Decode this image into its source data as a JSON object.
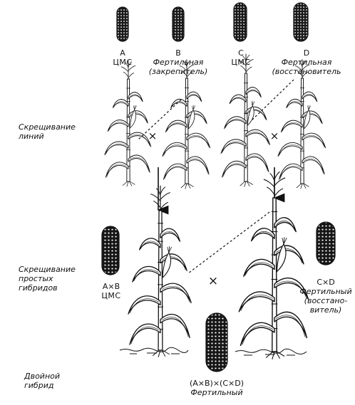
{
  "colors": {
    "ink": "#111111",
    "paper": "#ffffff"
  },
  "lines": {
    "A": {
      "letter": "A",
      "desc": "ЦМС"
    },
    "B": {
      "letter": "B",
      "desc": "Фертильная",
      "desc2": "(закрепитель)"
    },
    "C": {
      "letter": "C",
      "desc": "ЦМС"
    },
    "D": {
      "letter": "D",
      "desc": "Фертильная",
      "desc2": "(восстановитель"
    }
  },
  "rows": {
    "lines_cross": {
      "line1": "Скрещивание",
      "line2": "линий"
    },
    "simple_hybrids": {
      "line1": "Скрещивание",
      "line2": "простых",
      "line3": "гибридов"
    },
    "double_hybrid": {
      "line1": "Двойной",
      "line2": "гибрид"
    }
  },
  "hybrids": {
    "AxB": {
      "label": "A×B",
      "desc": "ЦМС"
    },
    "CxD": {
      "label": "C×D",
      "desc": "Фертильный",
      "desc2": "(восстано-",
      "desc3": "витель)"
    },
    "double": {
      "label": "(A×B)×(C×D)",
      "desc": "Фертильный"
    }
  },
  "symbols": {
    "cross": "×"
  }
}
